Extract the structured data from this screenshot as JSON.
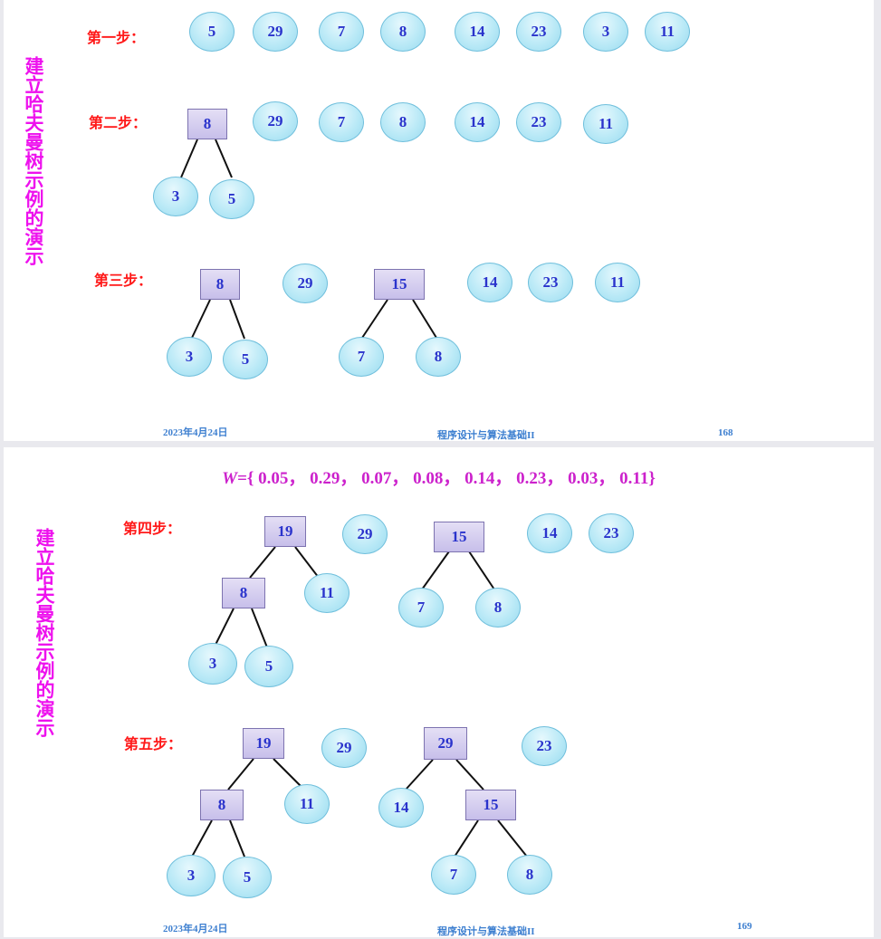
{
  "slide1": {
    "vertical_title": "建立哈夫曼树示例的演示",
    "steps": [
      "第一步：",
      "第二步：",
      "第三步："
    ],
    "footer": {
      "date": "2023年4月24日",
      "course": "程序设计与算法基础II",
      "page": "168"
    },
    "step1_nodes": [
      "5",
      "29",
      "7",
      "8",
      "14",
      "23",
      "3",
      "11"
    ],
    "step2_nodes": [
      "8",
      "3",
      "5",
      "29",
      "7",
      "8",
      "14",
      "23",
      "11"
    ],
    "step3_nodes": [
      "8",
      "3",
      "5",
      "29",
      "15",
      "7",
      "8",
      "14",
      "23",
      "11"
    ]
  },
  "slide2": {
    "weights_prefix": "W",
    "weights_text": "={ 0.05， 0.29， 0.07， 0.08， 0.14， 0.23， 0.03， 0.11}",
    "vertical_title": "建立哈夫曼树示例的演示",
    "steps": [
      "第四步：",
      "第五步："
    ],
    "footer": {
      "date": "2023年4月24日",
      "course": "程序设计与算法基础II",
      "page": "169"
    },
    "step4_nodes": [
      "19",
      "8",
      "11",
      "3",
      "5",
      "29",
      "15",
      "7",
      "8",
      "14",
      "23"
    ],
    "step5_nodes": [
      "19",
      "8",
      "11",
      "3",
      "5",
      "29",
      "29",
      "14",
      "15",
      "7",
      "8",
      "23"
    ]
  },
  "colors": {
    "node_text": "#2a33cc",
    "step_label": "#ff1a1a",
    "title": "#ee11ee",
    "footer": "#3d7fd0",
    "circle_fill": "#b6e8f6",
    "rect_fill": "#c7bfea"
  }
}
